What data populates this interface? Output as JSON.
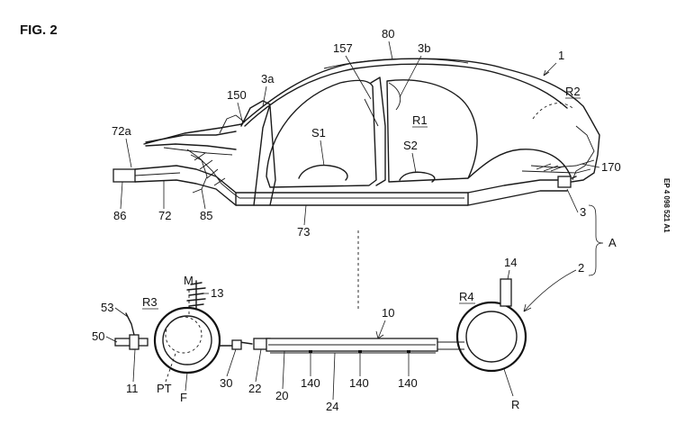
{
  "figure": {
    "title": "FIG. 2",
    "side_text": "EP 4 098 521 A1"
  },
  "labels": {
    "l1": "1",
    "l80": "80",
    "l157": "157",
    "l3b": "3b",
    "l3a": "3a",
    "l150": "150",
    "lR2": "R2",
    "lR1": "R1",
    "lS1": "S1",
    "lS2": "S2",
    "l72a": "72a",
    "l170": "170",
    "l86": "86",
    "l72": "72",
    "l85": "85",
    "l73": "73",
    "l3": "3",
    "lA": "A",
    "l2": "2",
    "l14": "14",
    "lM": "M",
    "l13": "13",
    "lR3": "R3",
    "l10": "10",
    "lR4": "R4",
    "l53": "53",
    "l50": "50",
    "l11": "11",
    "lPT": "PT",
    "lF": "F",
    "l30": "30",
    "l22": "22",
    "l20": "20",
    "l140a": "140",
    "l140b": "140",
    "l140c": "140",
    "l24": "24",
    "lR": "R"
  },
  "underlined": [
    "R2",
    "R1",
    "R3",
    "R4"
  ],
  "components": {
    "body_structure": "vehicle-body",
    "chassis_structure": "lower-chassis",
    "front_wheel": "wheel",
    "rear_wheel": "wheel",
    "front_spring": "coil-spring",
    "battery_floor": "battery-pack"
  }
}
